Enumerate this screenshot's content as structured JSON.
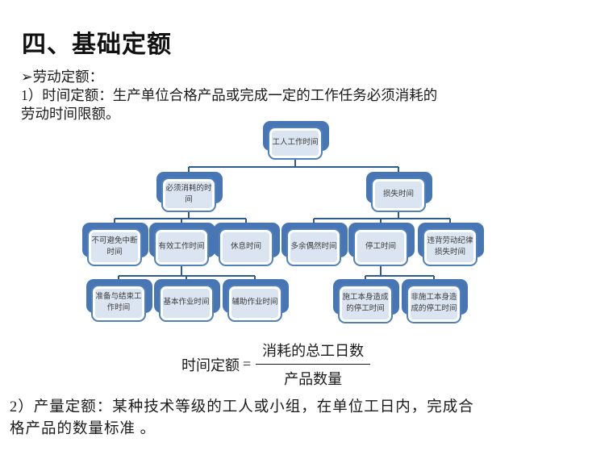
{
  "slide": {
    "title": "四、基础定额",
    "intro": {
      "line1": "➢劳动定额：",
      "line2": "1）时间定额：生产单位合格产品或完成一定的工作任务必须消耗的",
      "line3": "劳动时间限额。"
    },
    "formula": {
      "lhs": "时间定额",
      "equals": "=",
      "numerator": "消耗的总工日数",
      "denominator": "产品数量"
    },
    "outro": {
      "line1": "2）产量定额：某种技术等级的工人或小组，在单位工日内，完成合",
      "line2": "格产品的数量标准 。"
    }
  },
  "diagram": {
    "root": {
      "label": "工人工作时间"
    },
    "level2": [
      {
        "label": "必须消耗的时间"
      },
      {
        "label": "损失时间"
      }
    ],
    "level3_left": [
      {
        "label": "不可避免中断时间"
      },
      {
        "label": "有效工作时间"
      },
      {
        "label": "休息时间"
      }
    ],
    "level3_right": [
      {
        "label": "多余偶然时间"
      },
      {
        "label": "停工时间"
      },
      {
        "label": "违背劳动纪律损失时间"
      }
    ],
    "level4_left": [
      {
        "label": "准备与结束工作时间"
      },
      {
        "label": "基本作业时间"
      },
      {
        "label": "辅助作业时间"
      }
    ],
    "level4_right": [
      {
        "label": "施工本身造成的停工时间"
      },
      {
        "label": "非施工本身造成的停工时间"
      }
    ]
  },
  "colors": {
    "node_fill": "#dbe5f1",
    "node_border": "#4f81bd",
    "node_back": "#4876b4",
    "connector": "#2e5c90",
    "text": "#1a1a1a"
  }
}
